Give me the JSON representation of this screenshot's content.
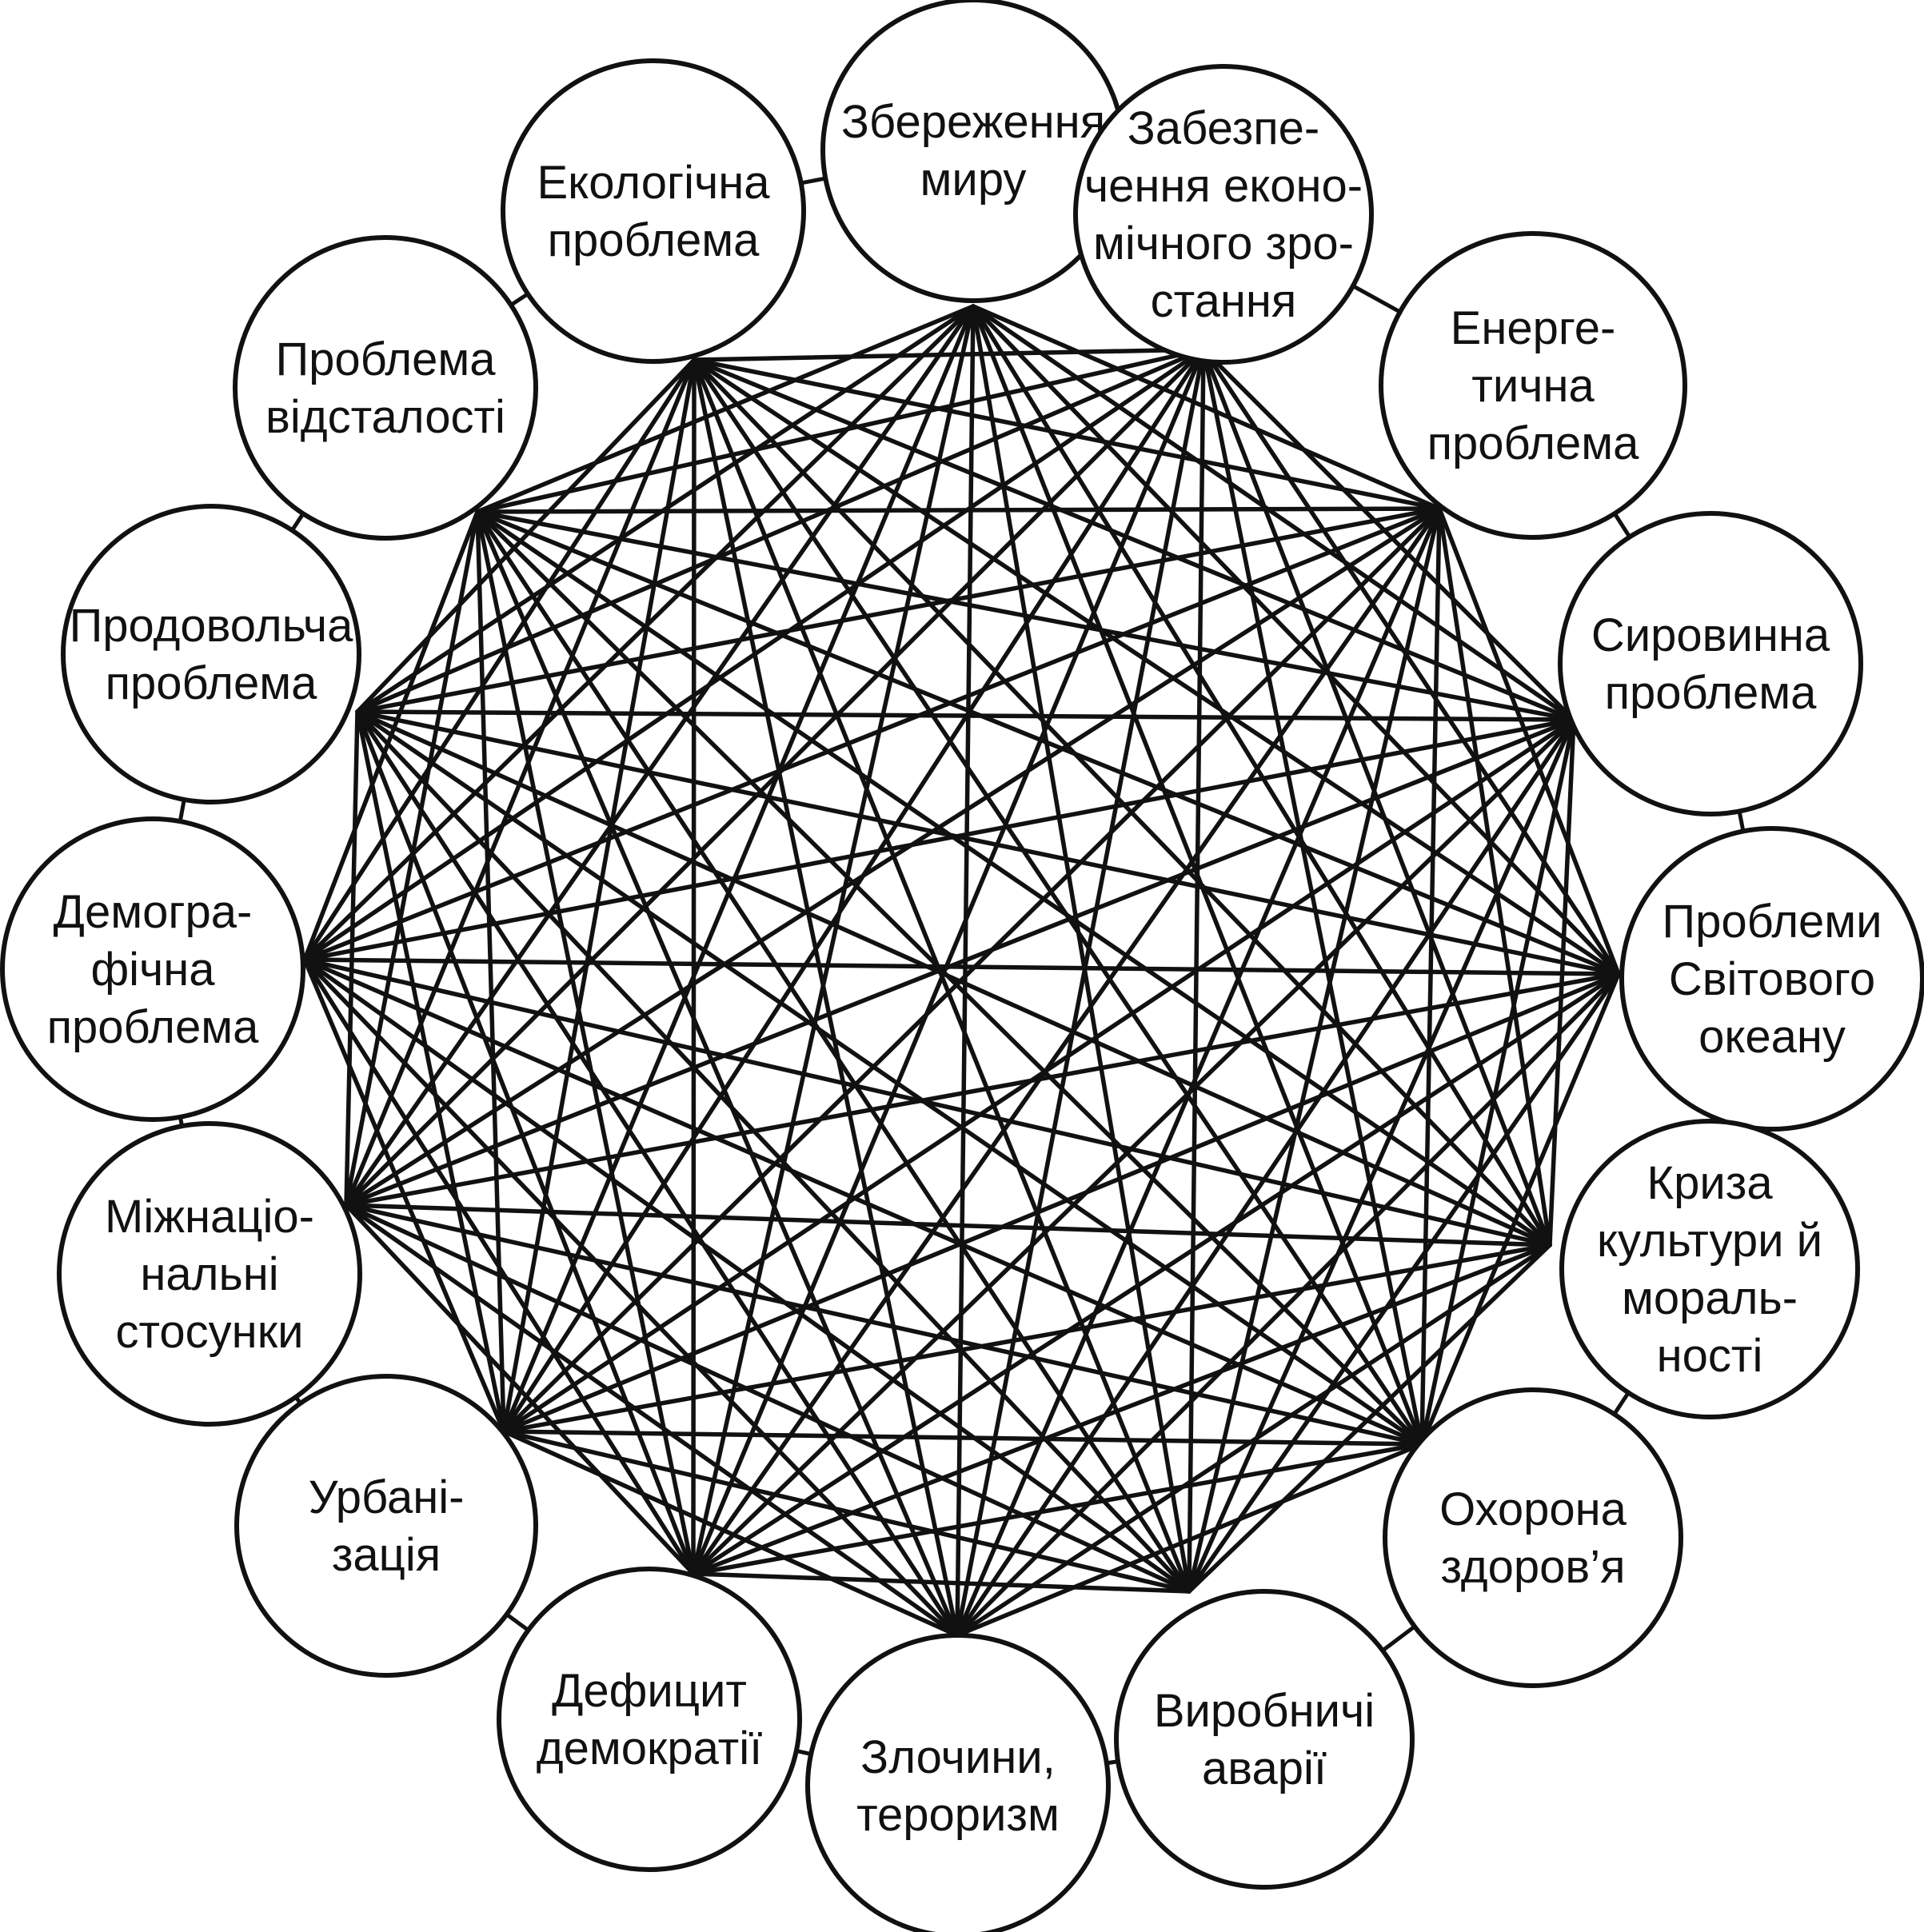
{
  "colors": {
    "stroke": "#111111",
    "background": "#ffffff",
    "text": "#111111"
  },
  "nodes": [
    {
      "id": "zberezhennia-myru",
      "lines": [
        "Збереження",
        "миру"
      ]
    },
    {
      "id": "ekonomichne-zrostannia",
      "lines": [
        "Забезпе-",
        "чення еконо-",
        "мічного зро-",
        "стання"
      ]
    },
    {
      "id": "enerhetychna",
      "lines": [
        "Енерге-",
        "тична",
        "проблема"
      ]
    },
    {
      "id": "syrovynna",
      "lines": [
        "Сировинна",
        "проблема"
      ]
    },
    {
      "id": "svitovyi-okean",
      "lines": [
        "Проблеми",
        "Світового",
        "океану"
      ]
    },
    {
      "id": "kryza-kultury",
      "lines": [
        "Криза",
        "культури й",
        "мораль-",
        "ності"
      ]
    },
    {
      "id": "okhorona-zdorovia",
      "lines": [
        "Охорона",
        "здоров’я"
      ]
    },
    {
      "id": "vyrobnychi-avarii",
      "lines": [
        "Виробничі",
        "аварії"
      ]
    },
    {
      "id": "zlochyny-teroryzm",
      "lines": [
        "Злочини,",
        "тероризм"
      ]
    },
    {
      "id": "defitsyt-demokratii",
      "lines": [
        "Дефицит",
        "демократії"
      ]
    },
    {
      "id": "urbanizatsiia",
      "lines": [
        "Урбані-",
        "зація"
      ]
    },
    {
      "id": "mizhnatsionalni",
      "lines": [
        "Міжнаціо-",
        "нальні",
        "стосунки"
      ]
    },
    {
      "id": "demohrafichna",
      "lines": [
        "Демогра-",
        "фічна",
        "проблема"
      ]
    },
    {
      "id": "prodovolcha",
      "lines": [
        "Продовольча",
        "проблема"
      ]
    },
    {
      "id": "vidstalist",
      "lines": [
        "Проблема",
        "відсталості"
      ]
    },
    {
      "id": "ekolohichna",
      "lines": [
        "Екологічна",
        "проблема"
      ]
    }
  ]
}
